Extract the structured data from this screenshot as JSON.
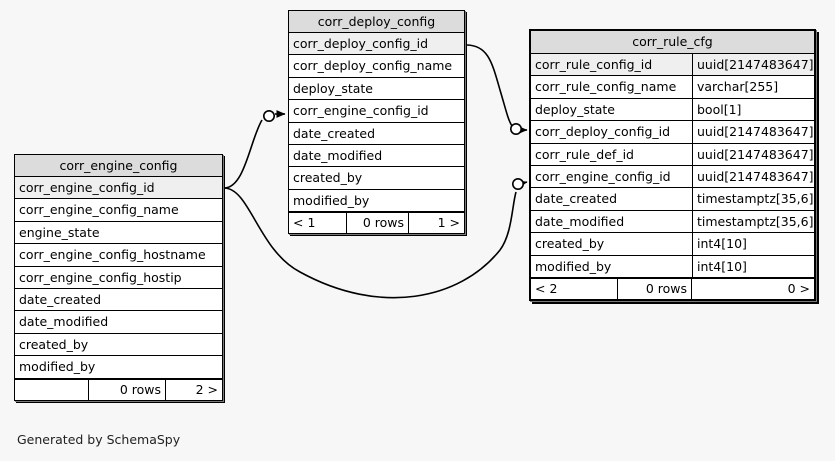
{
  "diagram": {
    "caption": "Generated by SchemaSpy",
    "background": "#f7f7f7",
    "header_fill": "#dcdcdc",
    "pk_row_fill": "#efefef",
    "line_color": "#000000"
  },
  "tables": {
    "engine": {
      "name": "corr_engine_config",
      "columns": [
        {
          "name": "corr_engine_config_id",
          "type": "",
          "pk": true
        },
        {
          "name": "corr_engine_config_name",
          "type": "",
          "pk": false
        },
        {
          "name": "engine_state",
          "type": "",
          "pk": false
        },
        {
          "name": "corr_engine_config_hostname",
          "type": "",
          "pk": false
        },
        {
          "name": "corr_engine_config_hostip",
          "type": "",
          "pk": false
        },
        {
          "name": "date_created",
          "type": "",
          "pk": false
        },
        {
          "name": "date_modified",
          "type": "",
          "pk": false
        },
        {
          "name": "created_by",
          "type": "",
          "pk": false
        },
        {
          "name": "modified_by",
          "type": "",
          "pk": false
        }
      ],
      "footer": {
        "left": "",
        "middle": "0 rows",
        "right": "2 >"
      }
    },
    "deploy": {
      "name": "corr_deploy_config",
      "columns": [
        {
          "name": "corr_deploy_config_id",
          "type": "",
          "pk": true
        },
        {
          "name": "corr_deploy_config_name",
          "type": "",
          "pk": false
        },
        {
          "name": "deploy_state",
          "type": "",
          "pk": false
        },
        {
          "name": "corr_engine_config_id",
          "type": "",
          "pk": false
        },
        {
          "name": "date_created",
          "type": "",
          "pk": false
        },
        {
          "name": "date_modified",
          "type": "",
          "pk": false
        },
        {
          "name": "created_by",
          "type": "",
          "pk": false
        },
        {
          "name": "modified_by",
          "type": "",
          "pk": false
        }
      ],
      "footer": {
        "left": "< 1",
        "middle": "0 rows",
        "right": "1 >"
      }
    },
    "rule": {
      "name": "corr_rule_cfg",
      "columns": [
        {
          "name": "corr_rule_config_id",
          "type": "uuid[2147483647]",
          "pk": true
        },
        {
          "name": "corr_rule_config_name",
          "type": "varchar[255]",
          "pk": false
        },
        {
          "name": "deploy_state",
          "type": "bool[1]",
          "pk": false
        },
        {
          "name": "corr_deploy_config_id",
          "type": "uuid[2147483647]",
          "pk": false
        },
        {
          "name": "corr_rule_def_id",
          "type": "uuid[2147483647]",
          "pk": false
        },
        {
          "name": "corr_engine_config_id",
          "type": "uuid[2147483647]",
          "pk": false
        },
        {
          "name": "date_created",
          "type": "timestamptz[35,6]",
          "pk": false
        },
        {
          "name": "date_modified",
          "type": "timestamptz[35,6]",
          "pk": false
        },
        {
          "name": "created_by",
          "type": "int4[10]",
          "pk": false
        },
        {
          "name": "modified_by",
          "type": "int4[10]",
          "pk": false
        }
      ],
      "footer": {
        "left": "< 2",
        "middle": "0 rows",
        "right": "0 >"
      }
    }
  },
  "relationships": [
    {
      "id": "engine-to-deploy",
      "from_table": "corr_engine_config",
      "from_column": "corr_engine_config_id",
      "to_table": "corr_deploy_config",
      "to_column": "corr_engine_config_id",
      "optional": true
    },
    {
      "id": "engine-to-rule",
      "from_table": "corr_engine_config",
      "from_column": "corr_engine_config_id",
      "to_table": "corr_rule_cfg",
      "to_column": "corr_engine_config_id",
      "optional": true
    },
    {
      "id": "deploy-to-rule",
      "from_table": "corr_deploy_config",
      "from_column": "corr_deploy_config_id",
      "to_table": "corr_rule_cfg",
      "to_column": "corr_deploy_config_id",
      "optional": true
    }
  ]
}
